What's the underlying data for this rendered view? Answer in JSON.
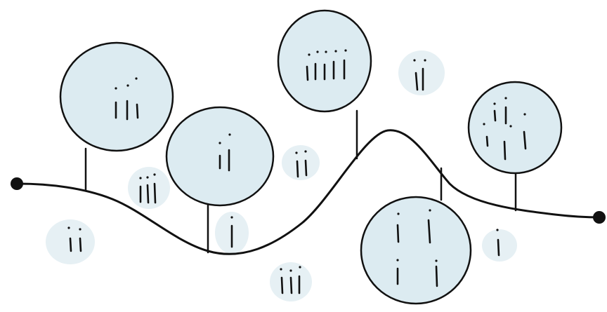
{
  "diagram": {
    "colors": {
      "stroke": "#111111",
      "fill": "#dcebf1",
      "halo": "#e6f0f4",
      "background": "#ffffff"
    },
    "line_endpoints": [
      "start-dot",
      "end-dot"
    ],
    "nodes": [
      {
        "id": "circle-left",
        "mark_count": 3,
        "attached": true
      },
      {
        "id": "circle-middle-left",
        "mark_count": 2,
        "attached": true
      },
      {
        "id": "circle-top",
        "mark_count": 5,
        "attached": true
      },
      {
        "id": "circle-bottom-right",
        "mark_count": 4,
        "attached": true
      },
      {
        "id": "circle-right",
        "mark_count": 5,
        "attached": true
      },
      {
        "id": "blob-bottom-left",
        "mark_count": 2,
        "attached": false
      },
      {
        "id": "blob-left-mid",
        "mark_count": 3,
        "attached": false
      },
      {
        "id": "blob-below-middle",
        "mark_count": 1,
        "attached": false
      },
      {
        "id": "blob-center",
        "mark_count": 2,
        "attached": false
      },
      {
        "id": "blob-bottom-center",
        "mark_count": 3,
        "attached": false
      },
      {
        "id": "blob-top-right",
        "mark_count": 2,
        "attached": false
      },
      {
        "id": "blob-right-low",
        "mark_count": 1,
        "attached": false
      }
    ]
  }
}
